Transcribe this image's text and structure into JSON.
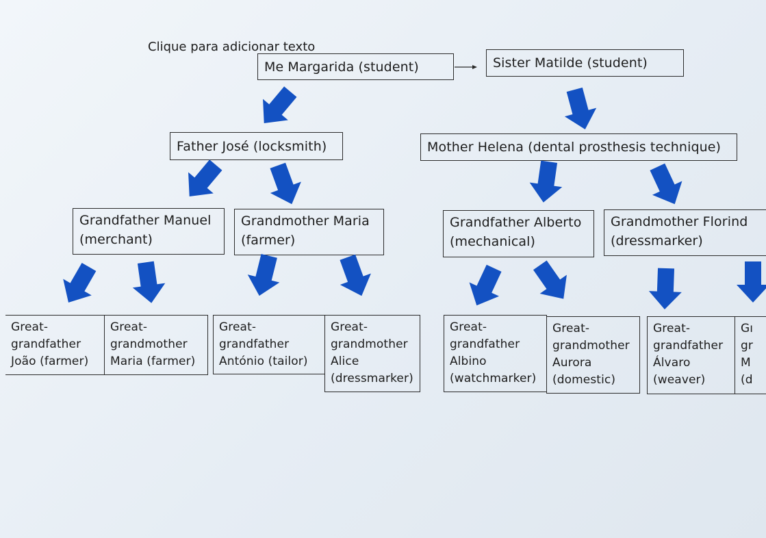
{
  "placeholder": "Clique para adicionar texto",
  "row0": {
    "me": "Me Margarida (student)",
    "sister": "Sister Matilde (student)"
  },
  "row1": {
    "father": "Father José (locksmith)",
    "mother": "Mother Helena (dental prosthesis technique)"
  },
  "row2": {
    "gf_manuel": [
      "Grandfather Manuel",
      "(merchant)"
    ],
    "gm_maria": [
      "Grandmother Maria",
      "(farmer)"
    ],
    "gf_alberto": [
      "Grandfather Alberto",
      "(mechanical)"
    ],
    "gm_florinda": [
      "Grandmother Florind",
      "(dressmarker)"
    ]
  },
  "row3": {
    "ggf_joao": [
      "Great-",
      "grandfather",
      "João (farmer)"
    ],
    "ggm_maria": [
      "Great-",
      "grandmother",
      "Maria (farmer)"
    ],
    "ggf_antonio": [
      "Great-",
      "grandfather",
      "António (tailor)"
    ],
    "ggm_alice": [
      "Great-",
      "grandmother",
      "Alice",
      "(dressmarker)"
    ],
    "ggf_albino": [
      "Great-",
      "grandfather",
      "Albino",
      "(watchmarker)"
    ],
    "ggm_aurora": [
      "Great-",
      "grandmother",
      "Aurora",
      "(domestic)"
    ],
    "ggf_alvaro": [
      "Great-",
      "grandfather",
      "Álvaro",
      "(weaver)"
    ],
    "ggm_cut": [
      "Gı",
      "gr",
      "M",
      "(d"
    ]
  },
  "colors": {
    "arrow": "#1351c2",
    "border": "#2a2a2a",
    "paper": "#eaf0f6"
  }
}
